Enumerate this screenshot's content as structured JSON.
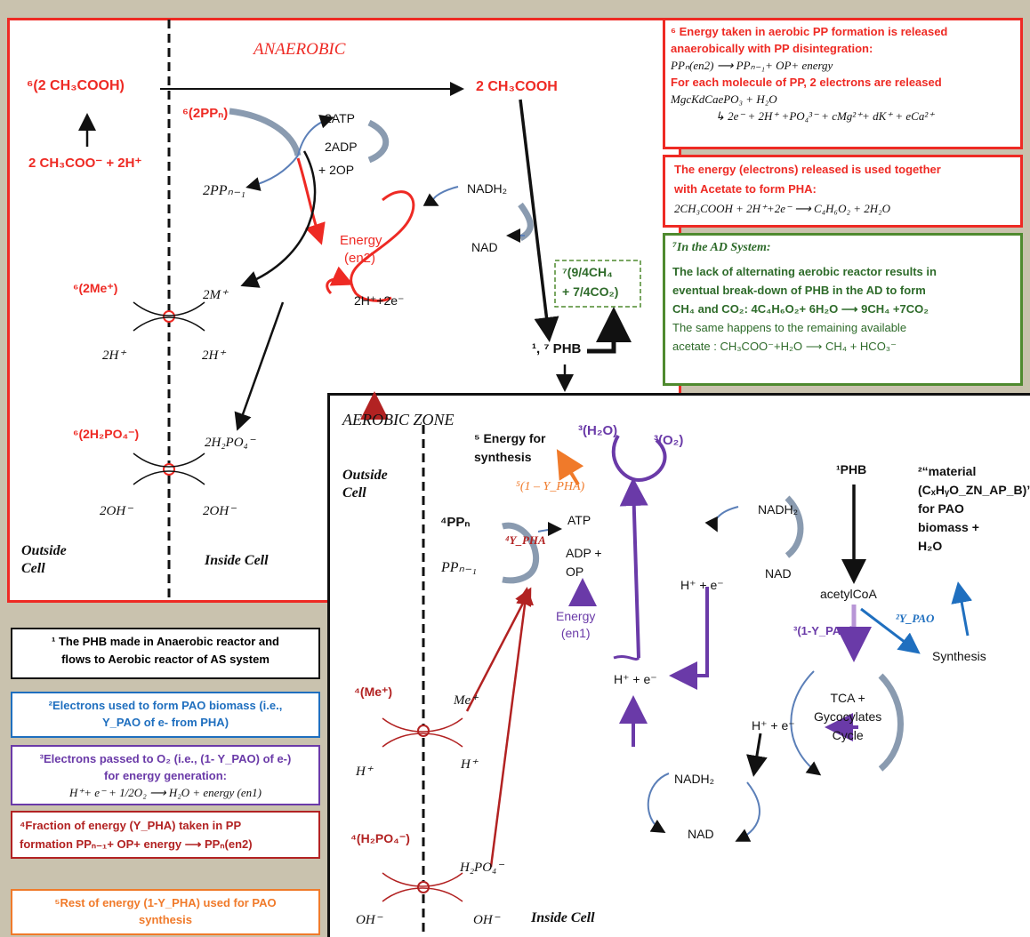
{
  "anaerobic": {
    "title": "ANAEROBIC",
    "acetic_outside": "⁶(2 CH₃COOH)",
    "acetic_inside": "2 CH₃COOH",
    "acetate_ion": "2 CH₃COO⁻ + 2H⁺",
    "pp2": "⁶(2PPₙ)",
    "atp": "2ATP",
    "adp": "2ADP",
    "op": "+ 2OP",
    "ppn1": "2PPₙ₋₁",
    "nadh2": "NADH₂",
    "nad": "NAD",
    "energy": "Energy",
    "en2": "(en2)",
    "h_e": "2H⁺+2e⁻",
    "me_label": "⁶(2Me⁺)",
    "m_plus": "2M⁺",
    "h_out": "2H⁺",
    "h_in": "2H⁺",
    "h2po4_label": "⁶(2H₂PO₄⁻)",
    "h2po4_in": "2H₂PO₄⁻",
    "oh_out": "2OH⁻",
    "oh_in": "2OH⁻",
    "outside_cell": "Outside\nCell",
    "inside_cell": "Inside Cell",
    "methane_l1": "⁷(9/4CH₄",
    "methane_l2": "+ 7/4CO₂)",
    "phb": "¹, ⁷ PHB"
  },
  "note6": {
    "l1": "⁶ Energy taken in aerobic PP formation is released",
    "l2": "anaerobically with PP disintegration:",
    "l3": "PPₙ(en2) ⟶ PPₙ₋₁+ OP+ energy",
    "l4": "For each molecule of PP, 2 electrons are released",
    "l5": "MgcKdCaePO₃ + H₂O",
    "l6": "↳ 2e⁻ + 2H⁺ +PO₄³⁻ + cMg²⁺+ dK⁺ + eCa²⁺"
  },
  "note_energy": {
    "l1": "The energy (electrons) released is used together",
    "l2": "with Acetate to form PHA:",
    "l3": "2CH₃COOH + 2H⁺+2e⁻ ⟶ C₄H₆O₂ + 2H₂O"
  },
  "note7": {
    "title": "⁷In the AD System:",
    "l1": "The lack of alternating aerobic reactor results in",
    "l2": "eventual break-down of PHB in the AD to form",
    "l3": "CH₄ and CO₂: 4C₄H₆O₂+ 6H₂O ⟶ 9CH₄ +7CO₂",
    "l4": "The same happens to the remaining available",
    "l5": "acetate : CH₃COO⁻+H₂O ⟶ CH₄ + HCO₃⁻"
  },
  "aerobic": {
    "title": "AEROBIC ZONE",
    "outside_cell": "Outside\nCell",
    "inside_cell": "Inside Cell",
    "energy_synth": "⁵ Energy for\nsynthesis",
    "one_minus_ypha": "⁵(1 – Y_PHA)",
    "h2o": "³(H₂O)",
    "o2": "³(O₂)",
    "ppn": "⁴PPₙ",
    "ypha": "⁴Y_PHA",
    "atp": "ATP",
    "adp_op": "ADP +\nOP",
    "ppn1": "PPₙ₋₁",
    "energy_en1": "Energy\n(en1)",
    "nadh2_top": "NADH₂",
    "nad_top": "NAD",
    "he1": "H⁺ + e⁻",
    "he2": "H⁺ + e⁻",
    "he3": "H⁺ + e⁻",
    "nadh2_bot": "NADH₂",
    "nad_bot": "NAD",
    "phb": "¹PHB",
    "acetylcoa": "acetylCoA",
    "one_minus_ypao": "³(1-Y_PAO)",
    "ypao": "²Y_PAO",
    "tca": "TCA +\nGycocylates\nCycle",
    "synthesis": "Synthesis",
    "material": "²“material\n(CₓHᵧO_ZN_AP_B)”\nfor PAO\nbiomass +\nH₂O",
    "me_label": "⁴(Me⁺)",
    "me_in": "Me⁺",
    "h_out": "H⁺",
    "h_in": "H⁺",
    "h2po4_label": "⁴(H₂PO₄⁻)",
    "h2po4_in": "H₂PO₄⁻",
    "oh_out": "OH⁻",
    "oh_in": "OH⁻"
  },
  "legend": {
    "n1": "¹ The PHB made in Anaerobic reactor and\nflows to Aerobic reactor of AS system",
    "n2": "²Electrons used to form PAO biomass (i.e.,\nY_PAO of e- from PHA)",
    "n3_l1": "³Electrons passed to O₂ (i.e., (1- Y_PAO) of e-)",
    "n3_l2": "for energy generation:",
    "n3_l3": "H⁺+ e⁻ + 1/2O₂ ⟶ H₂O + energy (en1)",
    "n4_l1": "⁴Fraction of energy (Y_PHA) taken in PP",
    "n4_l2": "formation  PPₙ₋₁+ OP+ energy ⟶ PPₙ(en2)",
    "n5": "⁵Rest of energy (1-Y_PHA) used for PAO\nsynthesis"
  },
  "colors": {
    "red": "#ee2a24",
    "dark_red": "#b22222",
    "blue": "#1f6fbf",
    "purple": "#6a3aa8",
    "orange": "#f07a2a",
    "green": "#2e6b2a",
    "background": "#c9c2ae"
  }
}
